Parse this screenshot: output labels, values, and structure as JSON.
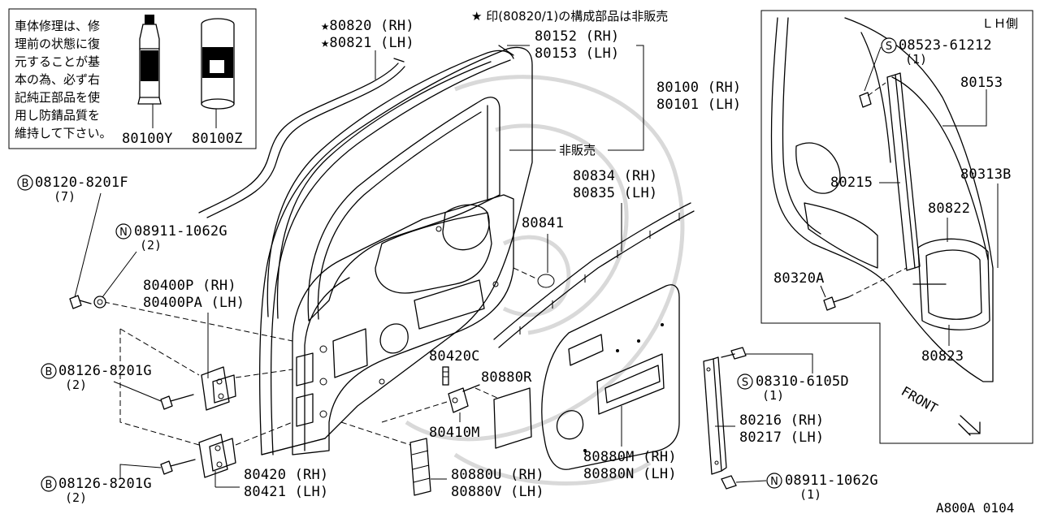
{
  "repair_note": {
    "lines": [
      "車体修理は、修",
      "理前の状態に復",
      "元することが基",
      "本の為、必ず右",
      "記純正部品を使",
      "用し防錆品質を",
      "維持して下さい。"
    ],
    "sealant_part": "80100Y",
    "spray_part": "80100Z"
  },
  "header_note": "★ 印(80820/1)の構成部品は非販売",
  "labels": {
    "p80820": "★80820 (RH)",
    "p80821": "★80821 (LH)",
    "p80152": "80152 (RH)",
    "p80153": "80153 (LH)",
    "p80100": "80100 (RH)",
    "p80101": "80101 (LH)",
    "hihanbai": "非販売",
    "p80834": "80834 (RH)",
    "p80835": "80835 (LH)",
    "p80841": "80841",
    "p80400p": "80400P (RH)",
    "p80400pa": "80400PA (LH)",
    "p80420c": "80420C",
    "p80880r": "80880R",
    "p80410m": "80410M",
    "p80420": "80420 (RH)",
    "p80421": "80421 (LH)",
    "p80880u": "80880U (RH)",
    "p80880v": "80880V (LH)",
    "p80880m": "80880M (RH)",
    "p80880n": "80880N (LH)",
    "p80216": "80216 (RH)",
    "p80217": "80217 (LH)",
    "bolt1_pn": "08120-8201F",
    "bolt1_qty": "(7)",
    "nut1_pn": "08911-1062G",
    "nut1_qty": "(2)",
    "bolt2_pn": "08126-8201G",
    "bolt2_qty": "(2)",
    "bolt3_pn": "08126-8201G",
    "bolt3_qty": "(2)",
    "screw1_pn": "08310-6105D",
    "screw1_qty": "(1)",
    "nut2_pn": "08911-1062G",
    "nut2_qty": "(1)"
  },
  "inset": {
    "title": "ＬＨ側",
    "screw_pn": "08523-61212",
    "screw_qty": "(1)",
    "p80153": "80153",
    "p80313b": "80313B",
    "p80215": "80215",
    "p80822": "80822",
    "p80320a": "80320A",
    "p80823": "80823",
    "front": "FRONT"
  },
  "prefix": {
    "B": "B",
    "N": "N",
    "S": "S"
  },
  "diagram_code": "A800A 0104"
}
